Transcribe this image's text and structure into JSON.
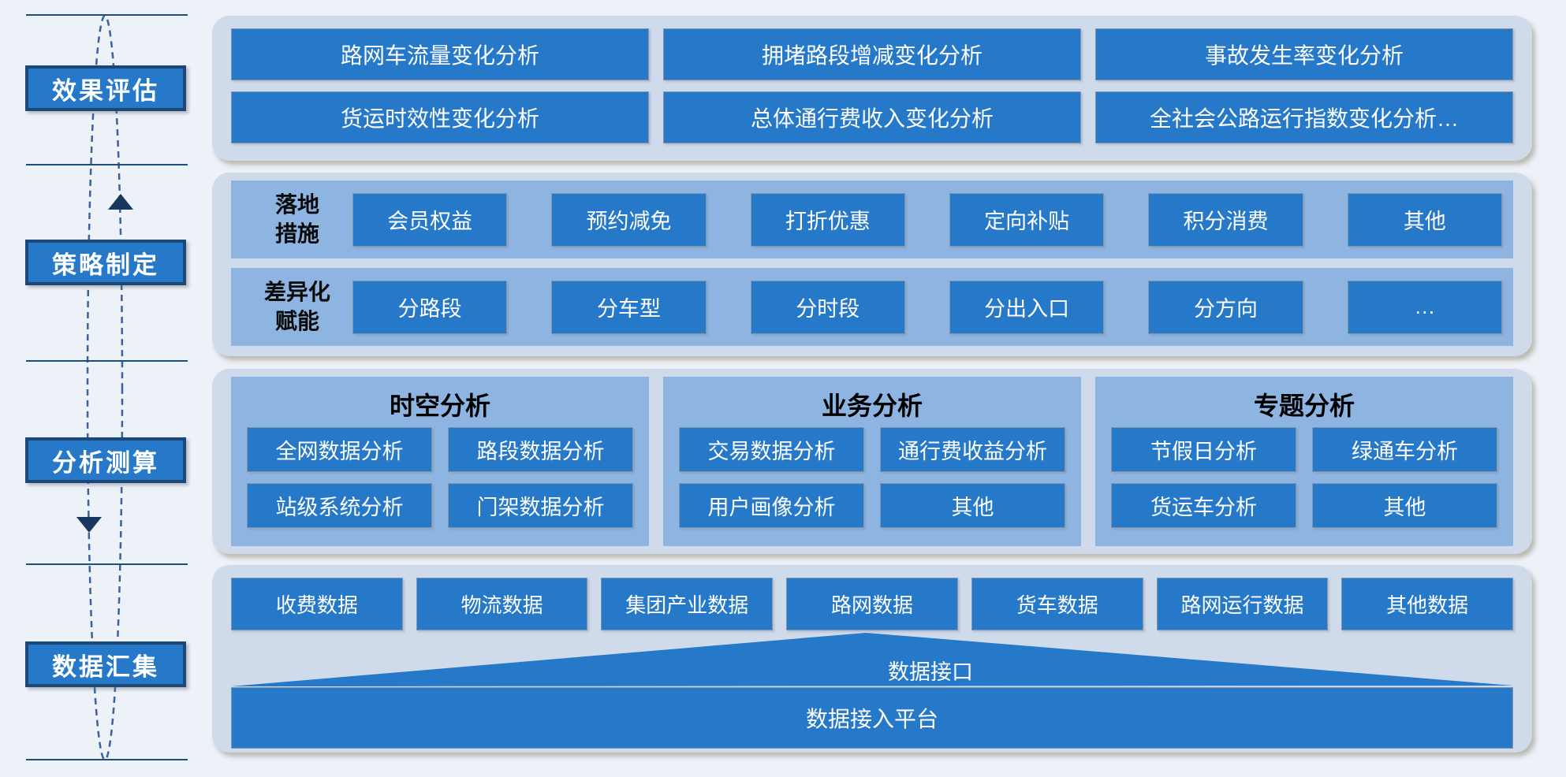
{
  "sidebar": {
    "stages": [
      {
        "label": "效果评估"
      },
      {
        "label": "策略制定"
      },
      {
        "label": "分析测算"
      },
      {
        "label": "数据汇集"
      }
    ]
  },
  "bands": {
    "evaluation": {
      "rows": [
        [
          "路网车流量变化分析",
          "拥堵路段增减变化分析",
          "事故发生率变化分析"
        ],
        [
          "货运时效性变化分析",
          "总体通行费收入变化分析",
          "全社会公路运行指数变化分析…"
        ]
      ]
    },
    "strategy": {
      "rows": [
        {
          "label": "落地\n措施",
          "items": [
            "会员权益",
            "预约减免",
            "打折优惠",
            "定向补贴",
            "积分消费",
            "其他"
          ]
        },
        {
          "label": "差异化\n赋能",
          "items": [
            "分路段",
            "分车型",
            "分时段",
            "分出入口",
            "分方向",
            "…"
          ]
        }
      ]
    },
    "analysis": {
      "groups": [
        {
          "title": "时空分析",
          "items": [
            "全网数据分析",
            "路段数据分析",
            "站级系统分析",
            "门架数据分析"
          ]
        },
        {
          "title": "业务分析",
          "items": [
            "交易数据分析",
            "通行费收益分析",
            "用户画像分析",
            "其他"
          ]
        },
        {
          "title": "专题分析",
          "items": [
            "节假日分析",
            "绿通车分析",
            "货运车分析",
            "其他"
          ]
        }
      ]
    },
    "data_collection": {
      "sources": [
        "收费数据",
        "物流数据",
        "集团产业数据",
        "路网数据",
        "货车数据",
        "路网运行数据",
        "其他数据"
      ],
      "interface_label": "数据接口",
      "platform_label": "数据接入平台"
    }
  },
  "colors": {
    "accent": "#2678c8",
    "panel": "#cfdaeb",
    "group_fill": "#8eb5e2",
    "stage_border": "#1b4876",
    "line": "#1f4e79",
    "arrow": "#17375e",
    "background": "#edf1f8",
    "text_on_accent": "#ffffff"
  }
}
